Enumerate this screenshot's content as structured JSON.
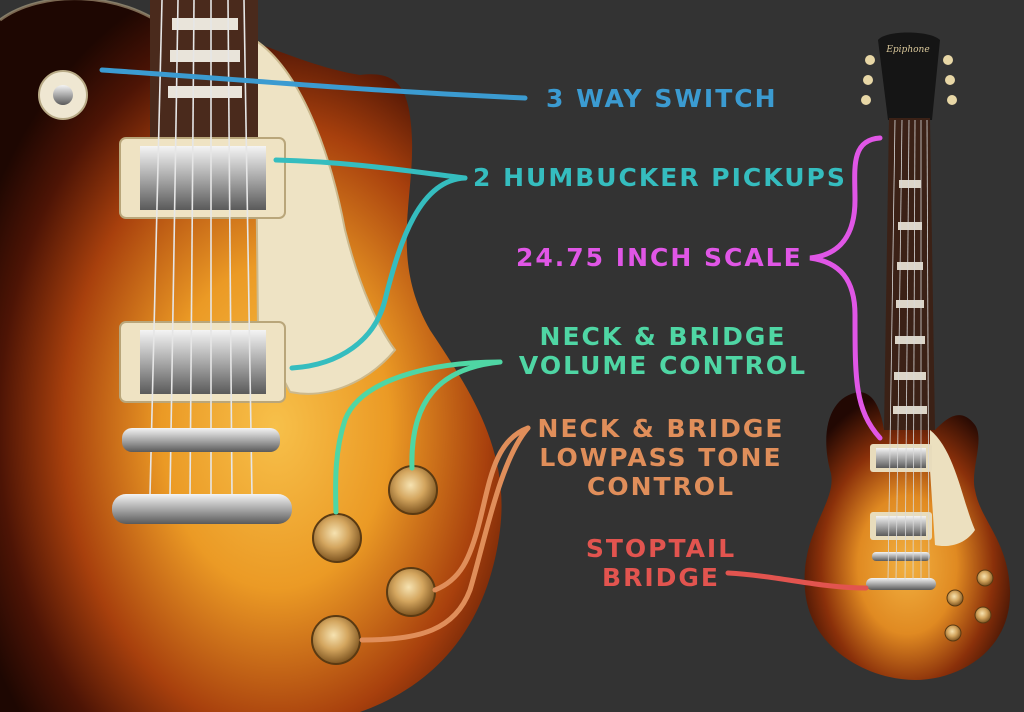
{
  "labels": {
    "switch": "3 WAY SWITCH",
    "pickups": "2 HUMBUCKER PICKUPS",
    "scale": "24.75 INCH SCALE",
    "volume_line1": "NECK & BRIDGE",
    "volume_line2": "VOLUME CONTROL",
    "tone_line1": "NECK & BRIDGE",
    "tone_line2": "LOWPASS TONE",
    "tone_line3": "CONTROL",
    "bridge_line1": "STOPTAIL",
    "bridge_line2": "BRIDGE"
  },
  "headstock_logo": "Epiphone",
  "colors": {
    "background": "#333333",
    "switch": "#3b9bd1",
    "pickups": "#35bdbf",
    "scale": "#e056e6",
    "volume": "#4fd6a4",
    "tone": "#e08e5a",
    "bridge": "#e2544f",
    "sunburst_edge": "#2a0d05",
    "sunburst_mid": "#9b3a0c",
    "sunburst_center": "#f1a52d",
    "pickguard": "#efe4c6",
    "fretboard": "#4a2a1c",
    "hardware": "#c7c7c7",
    "knob": "#c89a52"
  }
}
